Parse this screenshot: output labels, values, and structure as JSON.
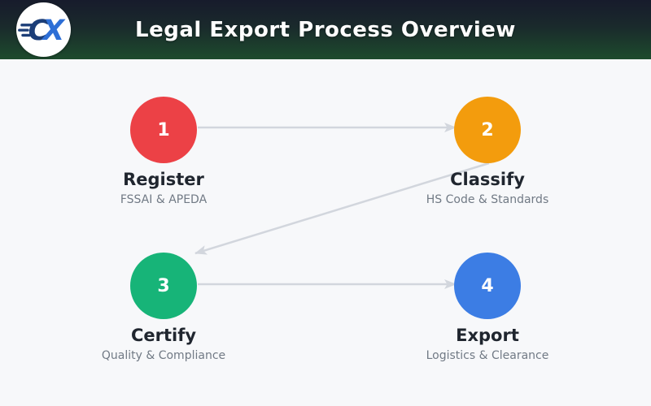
{
  "header": {
    "title": "Legal Export Process Overview",
    "logo": {
      "c": "C",
      "x": "X"
    }
  },
  "steps": [
    {
      "number": "1",
      "label": "Register",
      "sublabel": "FSSAI & APEDA",
      "color": "#ec4146"
    },
    {
      "number": "2",
      "label": "Classify",
      "sublabel": "HS Code & Standards",
      "color": "#f39c0d"
    },
    {
      "number": "3",
      "label": "Certify",
      "sublabel": "Quality & Compliance",
      "color": "#17b478"
    },
    {
      "number": "4",
      "label": "Export",
      "sublabel": "Logistics & Clearance",
      "color": "#3c7de4"
    }
  ],
  "colors": {
    "header_gradient_top": "#171b2c",
    "header_gradient_bottom": "#1d4b2d",
    "background": "#f7f8fa",
    "arrow": "#d2d6dd",
    "label_text": "#20262f",
    "sublabel_text": "#717a85",
    "logo_c": "#1c3e78",
    "logo_x": "#2e6fd6",
    "step_number_text": "#ffffff"
  }
}
